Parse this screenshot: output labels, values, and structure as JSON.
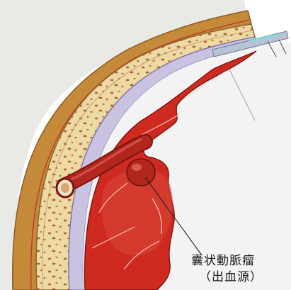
{
  "annotation": {
    "term": "囊状動脈瘤",
    "source_note": "（出血源）"
  },
  "colors": {
    "scalp": "#c48a3a",
    "bone": "#ecd9a3",
    "bone_pores": "#a8562b",
    "dura": "#b9b2d4",
    "artery": "#b3261e",
    "brain": "#cf2a1f",
    "brain_vessels": "#f2d1d0",
    "background": "#f3f3f3"
  },
  "icons": [
    "instrument-probe",
    "pointer-line"
  ]
}
